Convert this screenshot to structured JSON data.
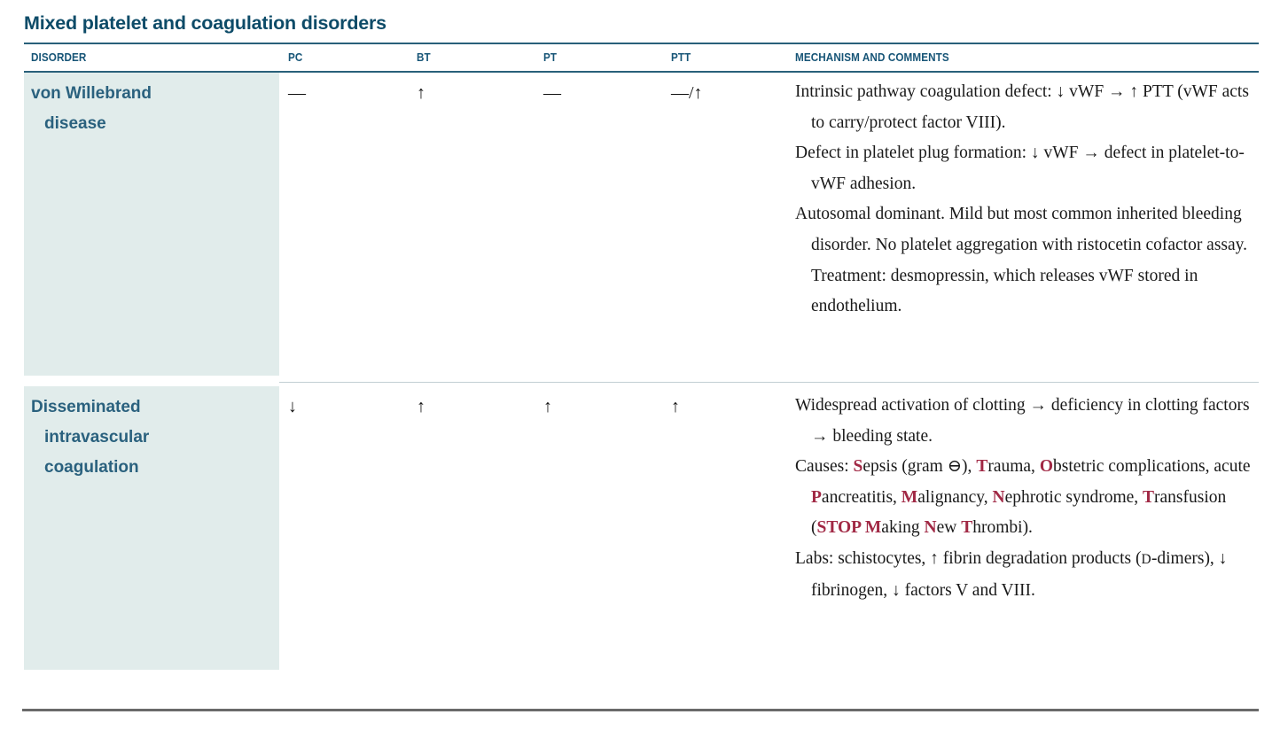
{
  "title": "Mixed platelet and coagulation disorders",
  "colors": {
    "title_teal": "#0d4b68",
    "header_teal": "#175577",
    "rule_teal": "#29607a",
    "row_label_teal": "#2a617e",
    "disorder_cell_bg": "#e1eceb",
    "row_separator": "#c2ced3",
    "mnemonic_red": "#a12945",
    "bottom_rule_gray": "#6a6a6a"
  },
  "table": {
    "headers": [
      "DISORDER",
      "PC",
      "BT",
      "PT",
      "PTT",
      "MECHANISM AND COMMENTS"
    ],
    "rows": [
      {
        "disorder_lines": [
          "von Willebrand",
          "disease"
        ],
        "markers": {
          "pc": "—",
          "bt": "↑",
          "pt": "—",
          "ptt": "—/↑"
        },
        "mechanism": [
          [
            {
              "t": "Intrinsic pathway coagulation defect: ↓ vWF → ↑ PTT (vWF acts to carry/protect factor VIII)."
            }
          ],
          [
            {
              "t": "Defect in platelet plug formation: ↓ vWF → defect in platelet-to-vWF adhesion."
            }
          ],
          [
            {
              "t": "Autosomal dominant. Mild but most common inherited bleeding disorder. No platelet aggregation with ristocetin cofactor assay. Treatment: desmopressin, which releases vWF stored in endothelium."
            }
          ]
        ]
      },
      {
        "disorder_lines": [
          "Disseminated",
          "intravascular",
          "coagulation"
        ],
        "markers": {
          "pc": "↓",
          "bt": "↑",
          "pt": "↑",
          "ptt": "↑"
        },
        "mechanism": [
          [
            {
              "t": "Widespread activation of clotting → deficiency in clotting factors → bleeding state."
            }
          ],
          [
            {
              "t": "Causes: "
            },
            {
              "t": "S",
              "s": "mn"
            },
            {
              "t": "epsis (gram ⊖), "
            },
            {
              "t": "T",
              "s": "mn"
            },
            {
              "t": "rauma, "
            },
            {
              "t": "O",
              "s": "mn"
            },
            {
              "t": "bstetric complications, acute "
            },
            {
              "t": "P",
              "s": "mn"
            },
            {
              "t": "ancreatitis, "
            },
            {
              "t": "M",
              "s": "mn"
            },
            {
              "t": "alignancy, "
            },
            {
              "t": "N",
              "s": "mn"
            },
            {
              "t": "ephrotic syndrome, "
            },
            {
              "t": "T",
              "s": "mn"
            },
            {
              "t": "ransfusion ("
            },
            {
              "t": "STOP M",
              "s": "mn"
            },
            {
              "t": "aking "
            },
            {
              "t": "N",
              "s": "mn"
            },
            {
              "t": "ew "
            },
            {
              "t": "T",
              "s": "mn"
            },
            {
              "t": "hrombi)."
            }
          ],
          [
            {
              "t": "Labs: schistocytes, ↑ fibrin degradation products ("
            },
            {
              "t": "D",
              "s": "sc"
            },
            {
              "t": "-dimers), ↓ fibrinogen, ↓ factors V and VIII."
            }
          ]
        ]
      }
    ]
  }
}
